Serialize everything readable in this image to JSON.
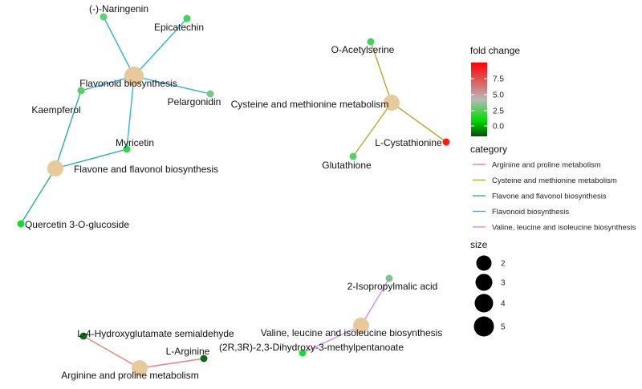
{
  "colors": {
    "Arginine and proline metabolism": "#f08080",
    "Cysteine and methionine metabolism": "#b5a82a",
    "Flavone and flavonol biosynthesis": "#1fb59a",
    "Flavonoid biosynthesis": "#28b4e6",
    "Valine, leucine and isoleucine biosynthesis": "#d98ce6",
    "pathway_node": "#e8c99a"
  },
  "pathways": [
    {
      "id": "p_flavonoid",
      "label": "Flavonoid biosynthesis",
      "category": "Flavonoid biosynthesis"
    },
    {
      "id": "p_flavone",
      "label": "Flavone and flavonol biosynthesis",
      "category": "Flavone and flavonol biosynthesis"
    },
    {
      "id": "p_cys",
      "label": "Cysteine and methionine metabolism",
      "category": "Cysteine and methionine metabolism"
    },
    {
      "id": "p_val",
      "label": "Valine, leucine and isoleucine biosynthesis",
      "category": "Valine, leucine and isoleucine biosynthesis"
    },
    {
      "id": "p_arg",
      "label": "Arginine and proline metabolism",
      "category": "Arginine and proline metabolism"
    }
  ],
  "compounds": [
    {
      "id": "naringenin",
      "label": "(-)-Naringenin",
      "color": "#5fcf78"
    },
    {
      "id": "epicatechin",
      "label": "Epicatechin",
      "color": "#3fd55c"
    },
    {
      "id": "pelargonidin",
      "label": "Pelargonidin",
      "color": "#7cc684"
    },
    {
      "id": "kaempferol",
      "label": "Kaempferol",
      "color": "#52d066"
    },
    {
      "id": "myricetin",
      "label": "Myricetin",
      "color": "#2ed84c"
    },
    {
      "id": "quercetin",
      "label": "Quercetin 3-O-glucoside",
      "color": "#12dd2f"
    },
    {
      "id": "oacetyl",
      "label": "O-Acetylserine",
      "color": "#3fd55c"
    },
    {
      "id": "cystathionine",
      "label": "L-Cystathionine",
      "color": "#ff1a10"
    },
    {
      "id": "glutathione",
      "label": "Glutathione",
      "color": "#55cf6a"
    },
    {
      "id": "isopropylmalic",
      "label": "2-Isopropylmalic acid",
      "color": "#86c38e"
    },
    {
      "id": "dihydroxy",
      "label": "(2R,3R)-2,3-Dihydroxy-3-methylpentanoate",
      "color": "#16dc33"
    },
    {
      "id": "hydroxyglutamate",
      "label": "L-4-Hydroxyglutamate semialdehyde",
      "color": "#0c6a18"
    },
    {
      "id": "arginine",
      "label": "L-Arginine",
      "color": "#0c6a18"
    }
  ],
  "edges": [
    {
      "source": "p_flavonoid",
      "target": "naringenin",
      "category": "Flavonoid biosynthesis"
    },
    {
      "source": "p_flavonoid",
      "target": "epicatechin",
      "category": "Flavonoid biosynthesis"
    },
    {
      "source": "p_flavonoid",
      "target": "pelargonidin",
      "category": "Flavonoid biosynthesis"
    },
    {
      "source": "p_flavonoid",
      "target": "kaempferol",
      "category": "Flavonoid biosynthesis"
    },
    {
      "source": "p_flavonoid",
      "target": "myricetin",
      "category": "Flavonoid biosynthesis"
    },
    {
      "source": "p_flavone",
      "target": "kaempferol",
      "category": "Flavone and flavonol biosynthesis"
    },
    {
      "source": "p_flavone",
      "target": "myricetin",
      "category": "Flavone and flavonol biosynthesis"
    },
    {
      "source": "p_flavone",
      "target": "quercetin",
      "category": "Flavone and flavonol biosynthesis"
    },
    {
      "source": "p_cys",
      "target": "oacetyl",
      "category": "Cysteine and methionine metabolism"
    },
    {
      "source": "p_cys",
      "target": "cystathionine",
      "category": "Cysteine and methionine metabolism"
    },
    {
      "source": "p_cys",
      "target": "glutathione",
      "category": "Cysteine and methionine metabolism"
    },
    {
      "source": "p_val",
      "target": "isopropylmalic",
      "category": "Valine, leucine and isoleucine biosynthesis"
    },
    {
      "source": "p_val",
      "target": "dihydroxy",
      "category": "Valine, leucine and isoleucine biosynthesis"
    },
    {
      "source": "p_arg",
      "target": "hydroxyglutamate",
      "category": "Arginine and proline metabolism"
    },
    {
      "source": "p_arg",
      "target": "arginine",
      "category": "Arginine and proline metabolism"
    }
  ],
  "legend": {
    "fold_change": {
      "title": "fold change",
      "ticks": [
        "7.5",
        "5.0",
        "2.5",
        "0.0"
      ],
      "gradient": [
        "#ff0000",
        "#b8b8b8",
        "#00dd00",
        "#004d00"
      ]
    },
    "category": {
      "title": "category",
      "items": [
        "Arginine and proline metabolism",
        "Cysteine and methionine metabolism",
        "Flavone and flavonol biosynthesis",
        "Flavonoid biosynthesis",
        "Valine, leucine and isoleucine biosynthesis"
      ]
    },
    "size": {
      "title": "size",
      "items": [
        "2",
        "3",
        "4",
        "5"
      ]
    }
  }
}
